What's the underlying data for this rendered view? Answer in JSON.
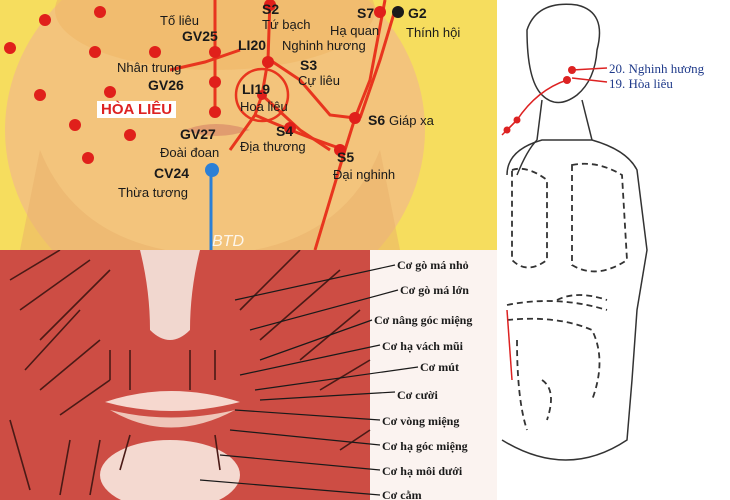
{
  "face_diagram": {
    "points": [
      {
        "code": "S2",
        "name": "Tứ bạch"
      },
      {
        "code": "S7",
        "name": "Hạ quan"
      },
      {
        "code": "G2",
        "name": "Thính hội"
      },
      {
        "code": "GV25",
        "name": "Tố liêu"
      },
      {
        "code": "LI20",
        "name": "Nghinh hương"
      },
      {
        "code": "GV26",
        "name": "Nhân trung"
      },
      {
        "code": "S3",
        "name": "Cự liêu"
      },
      {
        "code": "LI19",
        "name": "Hoa liêu"
      },
      {
        "code": "S6",
        "name": "Giáp xa"
      },
      {
        "code": "GV27",
        "name": "Đoài đoan"
      },
      {
        "code": "S4",
        "name": "Địa thương"
      },
      {
        "code": "S5",
        "name": "Đại nghinh"
      },
      {
        "code": "CV24",
        "name": "Thừa tương"
      }
    ],
    "highlight_label": "HÒA LIÊU",
    "watermark": "BTD"
  },
  "body_diagram": {
    "labels": [
      "20. Nghinh hương",
      "19. Hòa liêu"
    ]
  },
  "muscle_diagram": {
    "labels": [
      "Cơ gò má nhỏ",
      "Cơ gò má lớn",
      "Cơ nâng góc miệng",
      "Cơ hạ vách mũi",
      "Cơ mút",
      "Cơ cười",
      "Cơ vòng miệng",
      "Cơ hạ góc miệng",
      "Cơ hạ môi dưới",
      "Cơ cằm"
    ]
  },
  "colors": {
    "face_bg": "#f6dd5e",
    "skin": "#f2c37a",
    "meridian_red": "#e8351e",
    "point_red": "#e0201b",
    "cv_blue": "#2b7fd6",
    "muscle_red": "#c9453f"
  }
}
